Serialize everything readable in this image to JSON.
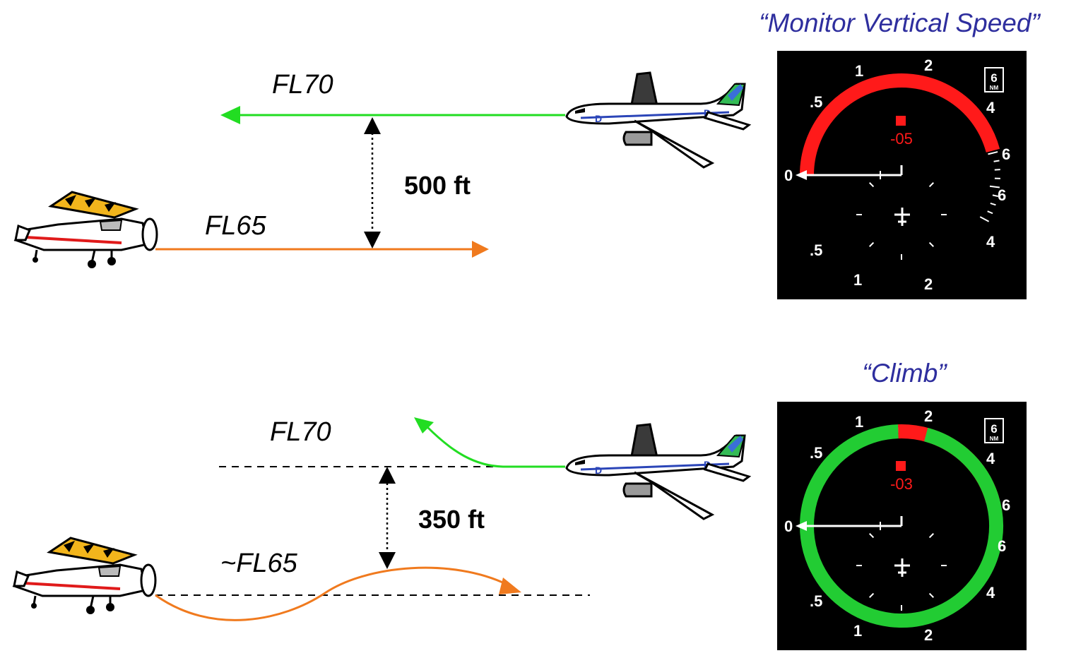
{
  "colors": {
    "advisory_text": "#2e2e9e",
    "intruder_path": "#22dd22",
    "own_path": "#f07a1e",
    "warning_arc": "#ff1a1a",
    "green_arc": "#22cc33",
    "instrument_bg": "#000000"
  },
  "icons": {
    "airliner": "airliner-icon",
    "light_aircraft": "light-aircraft-icon",
    "traffic_symbol": "traffic-square-icon",
    "own_aircraft": "own-aircraft-icon"
  },
  "scenario_top": {
    "upper_level": "FL70",
    "lower_level": "FL65",
    "separation": "500 ft",
    "advisory": "“Monitor Vertical Speed”",
    "vsi": {
      "scale_left": [
        "0",
        ".5",
        "1",
        "1",
        ".5"
      ],
      "scale_right": [
        "2",
        "4",
        "6",
        "6",
        "4",
        "2"
      ],
      "range_value": "6",
      "range_unit": "NM",
      "traffic_altitude": "-05"
    }
  },
  "scenario_bottom": {
    "upper_level": "FL70",
    "lower_level": "~FL65",
    "separation": "350 ft",
    "advisory": "“Climb”",
    "vsi": {
      "scale_left": [
        "0",
        ".5",
        "1",
        "1",
        ".5"
      ],
      "scale_right": [
        "2",
        "4",
        "6",
        "6",
        "4",
        "2"
      ],
      "range_value": "6",
      "range_unit": "NM",
      "traffic_altitude": "-03"
    }
  }
}
